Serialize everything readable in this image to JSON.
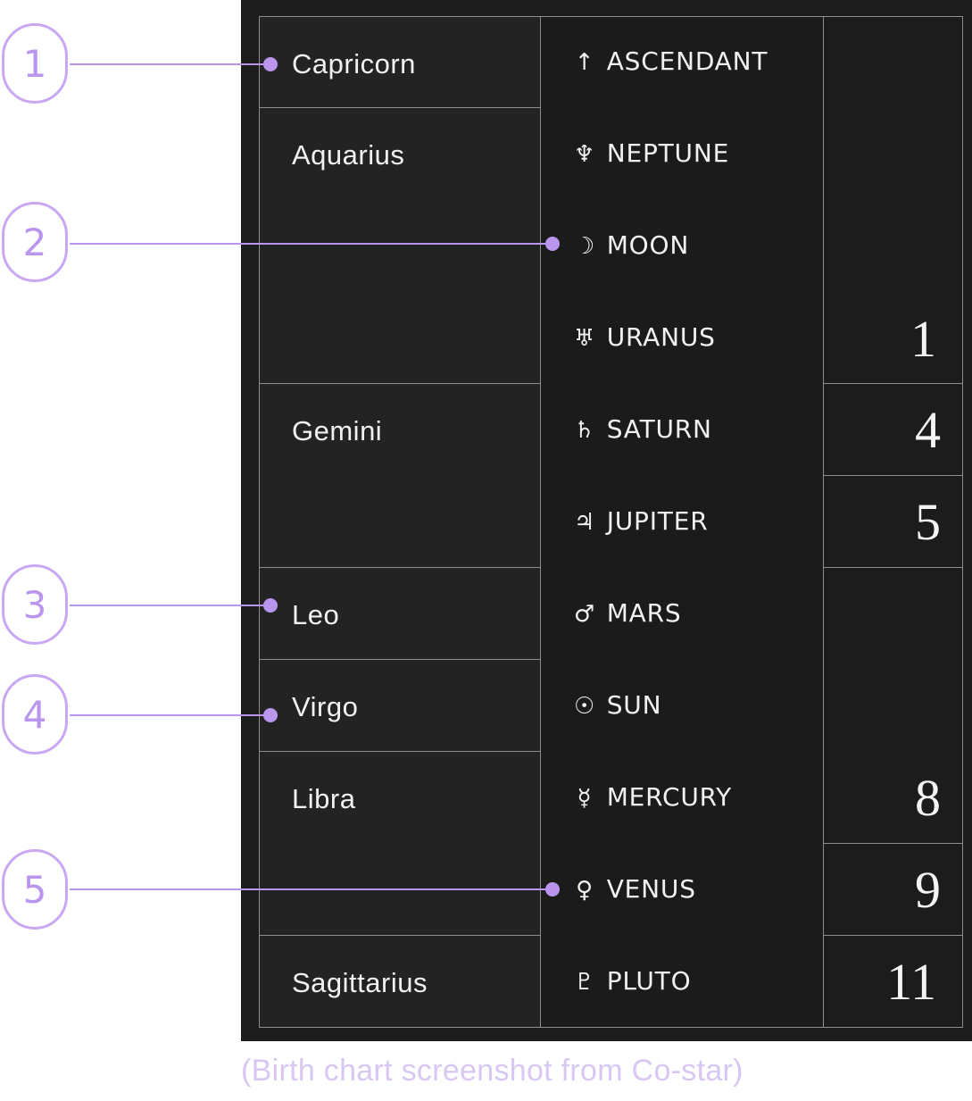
{
  "signs": [
    "Capricorn",
    "Aquarius",
    "Gemini",
    "Leo",
    "Virgo",
    "Libra",
    "Sagittarius"
  ],
  "planets": [
    {
      "glyph": "↑",
      "name": "ASCENDANT",
      "icon": "arrow-up-icon"
    },
    {
      "glyph": "♆",
      "name": "NEPTUNE",
      "icon": "neptune-icon"
    },
    {
      "glyph": "☽",
      "name": "MOON",
      "icon": "moon-icon"
    },
    {
      "glyph": "♅",
      "name": "URANUS",
      "icon": "uranus-icon"
    },
    {
      "glyph": "♄",
      "name": "SATURN",
      "icon": "saturn-icon"
    },
    {
      "glyph": "♃",
      "name": "JUPITER",
      "icon": "jupiter-icon"
    },
    {
      "glyph": "♂",
      "name": "MARS",
      "icon": "mars-icon"
    },
    {
      "glyph": "☉",
      "name": "SUN",
      "icon": "sun-icon"
    },
    {
      "glyph": "☿",
      "name": "MERCURY",
      "icon": "mercury-icon"
    },
    {
      "glyph": "♀",
      "name": "VENUS",
      "icon": "venus-icon"
    },
    {
      "glyph": "♇",
      "name": "PLUTO",
      "icon": "pluto-icon"
    }
  ],
  "houses": [
    "1",
    "4",
    "5",
    "8",
    "9",
    "11"
  ],
  "annotations": [
    "1",
    "2",
    "3",
    "4",
    "5"
  ],
  "caption": "(Birth chart screenshot from Co-star)",
  "colors": {
    "panel": "#1c1c1c",
    "accent": "#b995ee",
    "text": "#f1f1f1"
  }
}
